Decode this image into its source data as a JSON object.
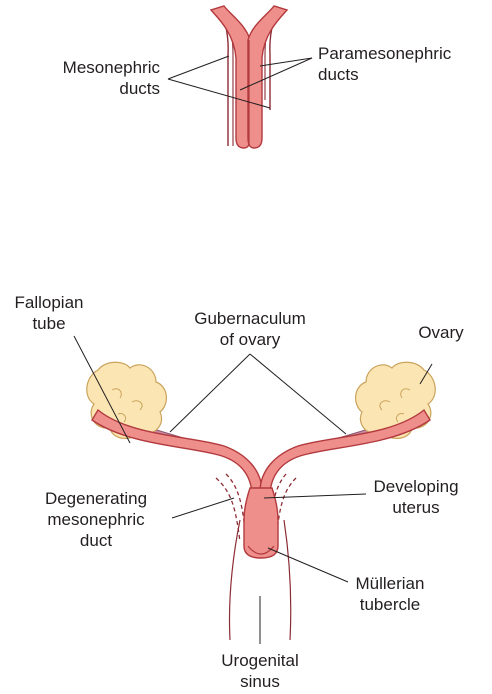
{
  "top_diagram": {
    "labels": {
      "mesonephric": [
        "Mesonephric",
        "ducts"
      ],
      "paramesonephric": [
        "Paramesonephric",
        "ducts"
      ]
    }
  },
  "bottom_diagram": {
    "labels": {
      "fallopian": [
        "Fallopian",
        "tube"
      ],
      "gubernaculum": [
        "Gubernaculum",
        "of ovary"
      ],
      "ovary": [
        "Ovary"
      ],
      "degenerating": [
        "Degenerating",
        "mesonephric",
        "duct"
      ],
      "developing_uterus": [
        "Developing",
        "uterus"
      ],
      "mullerian": [
        "Müllerian",
        "tubercle"
      ],
      "urogenital": [
        "Urogenital",
        "sinus"
      ]
    }
  },
  "colors": {
    "duct_fill": "#ef8f8c",
    "duct_stroke": "#b23a3e",
    "mesonephric_stroke": "#8c2d35",
    "ovary_fill": "#fbe6b3",
    "ovary_stroke": "#caa35c",
    "gubernaculum": "#c88aa3",
    "leader": "#231f20"
  }
}
